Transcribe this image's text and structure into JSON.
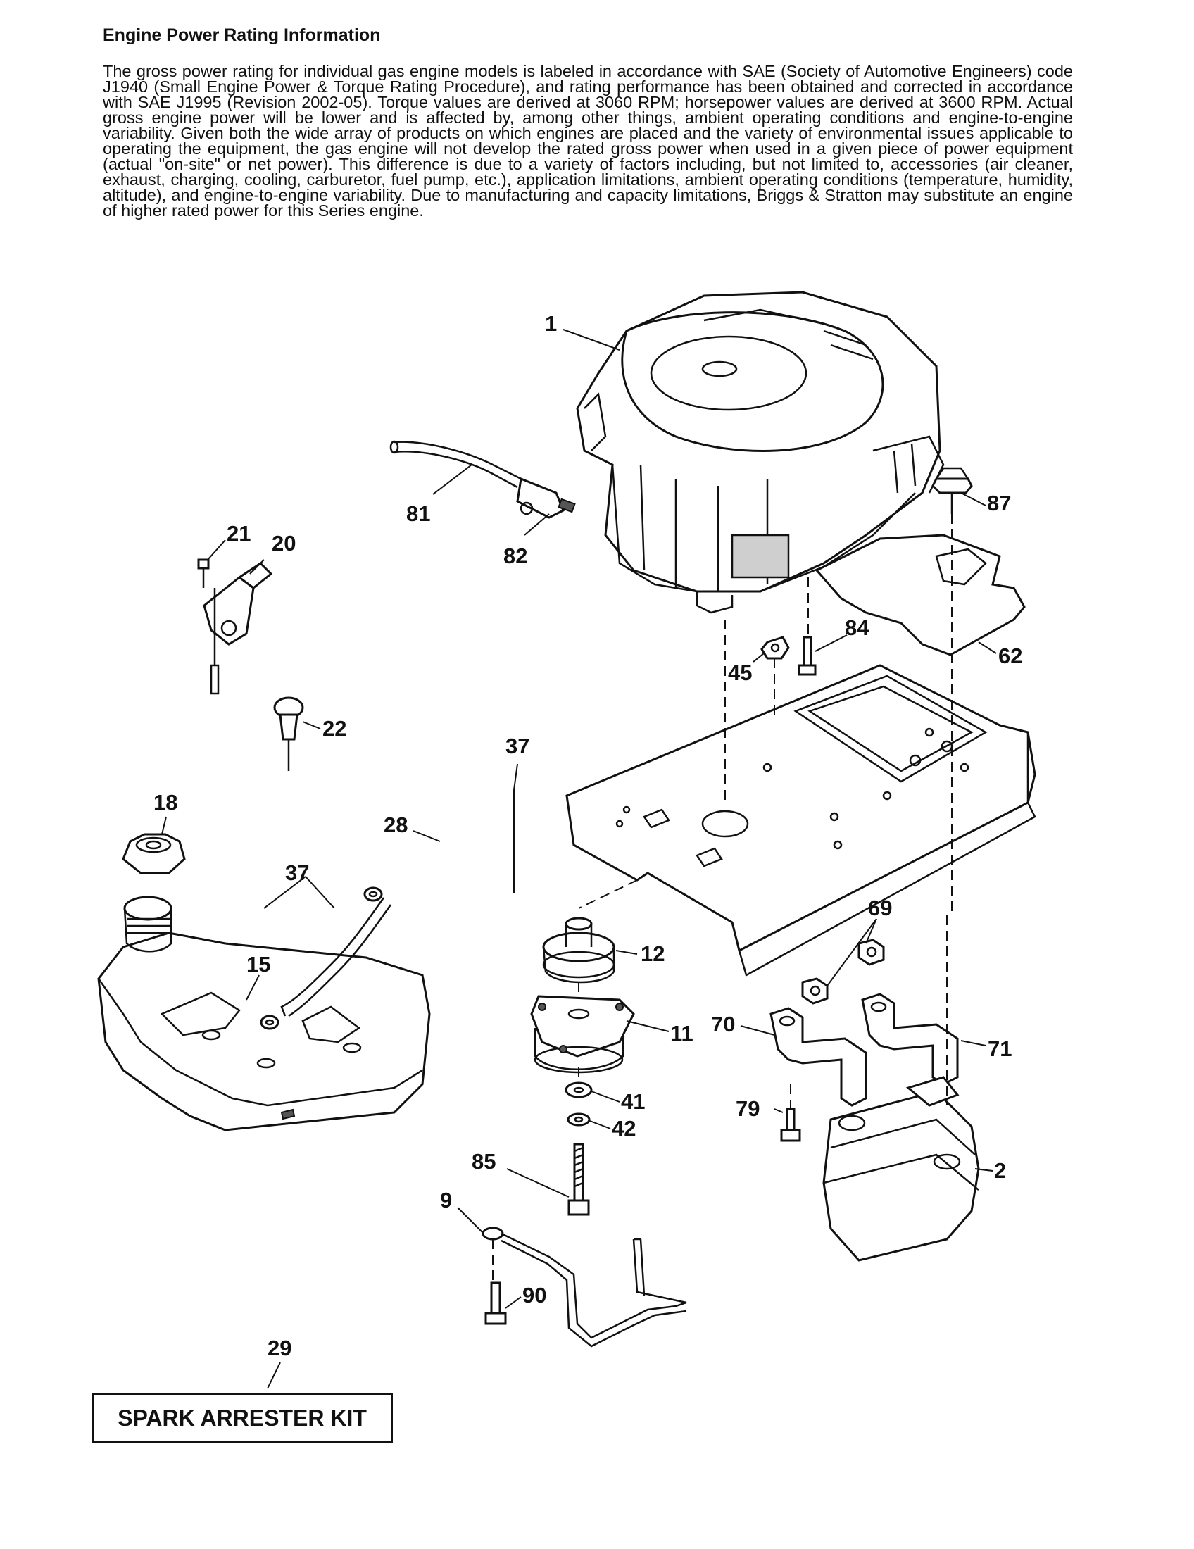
{
  "heading": "Engine Power Rating Information",
  "paragraph": "The gross power rating for individual gas engine models is labeled in accordance with SAE (Society of Automotive Engineers) code J1940 (Small Engine Power & Torque Rating Procedure), and rating performance has been obtained and corrected in accordance with SAE J1995 (Revision 2002-05). Torque values are derived at 3060 RPM; horsepower values are derived at 3600 RPM. Actual gross engine power will be lower and is affected by, among other things, ambient operating conditions and engine-to-engine variability. Given both the wide array of products on which engines are placed and the variety of environmental issues applicable to operating the equipment, the gas engine will not develop the rated gross power when used in a given piece of power equipment (actual \"on-site\" or net power). This difference is due to a variety of factors including, but not limited to, accessories (air cleaner, exhaust, charging, cooling, carburetor, fuel pump, etc.), application limitations, ambient operating conditions (temperature, humidity, altitude), and engine-to-engine variability. Due to manufacturing and capacity limitations, Briggs & Stratton may substitute an engine of higher rated power for this Series engine.",
  "callouts": {
    "c1": "1",
    "c81": "81",
    "c82": "82",
    "c87": "87",
    "c21": "21",
    "c20": "20",
    "c62": "62",
    "c84": "84",
    "c45": "45",
    "c22": "22",
    "c37a": "37",
    "c18": "18",
    "c28": "28",
    "c37b": "37",
    "c69": "69",
    "c12": "12",
    "c15": "15",
    "c11": "11",
    "c70": "70",
    "c71": "71",
    "c41": "41",
    "c79": "79",
    "c42": "42",
    "c85": "85",
    "c2": "2",
    "c9": "9",
    "c90": "90",
    "c29": "29"
  },
  "kit_label": "SPARK ARRESTER KIT"
}
